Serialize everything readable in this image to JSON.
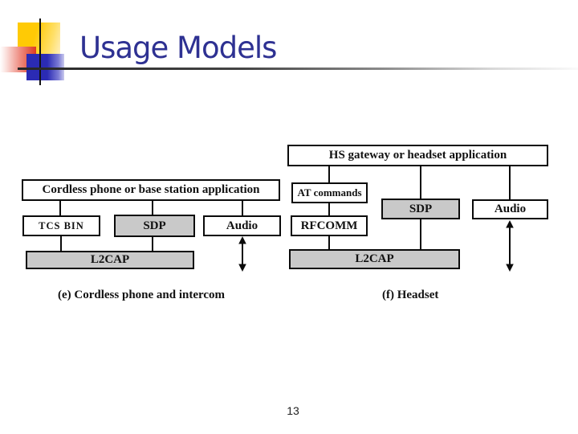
{
  "slide": {
    "title": "Usage Models",
    "page_number": "13"
  },
  "diagrams": {
    "left": {
      "caption": "(e) Cordless phone and intercom",
      "app_box": "Cordless phone or base station application",
      "boxes": {
        "tcs_bin": "TCS BIN",
        "sdp": "SDP",
        "audio": "Audio",
        "l2cap": "L2CAP"
      }
    },
    "right": {
      "caption": "(f) Headset",
      "app_box": "HS gateway or headset application",
      "boxes": {
        "at_commands": "AT commands",
        "rfcomm": "RFCOMM",
        "sdp": "SDP",
        "audio": "Audio",
        "l2cap": "L2CAP"
      }
    }
  },
  "icons": {
    "audio_link_left": "double-headed-vertical-arrow",
    "audio_link_right": "double-headed-vertical-arrow"
  },
  "colors": {
    "title_text": "#2E3192",
    "box_fill_gray": "#C9C9C9",
    "box_fill_white": "#FFFFFF",
    "box_border": "#0A0A0A",
    "rule_dark": "#262626",
    "logo_yellow": "#FFCA05",
    "logo_red": "#DD3A22",
    "logo_blue": "#2B2BB4"
  }
}
